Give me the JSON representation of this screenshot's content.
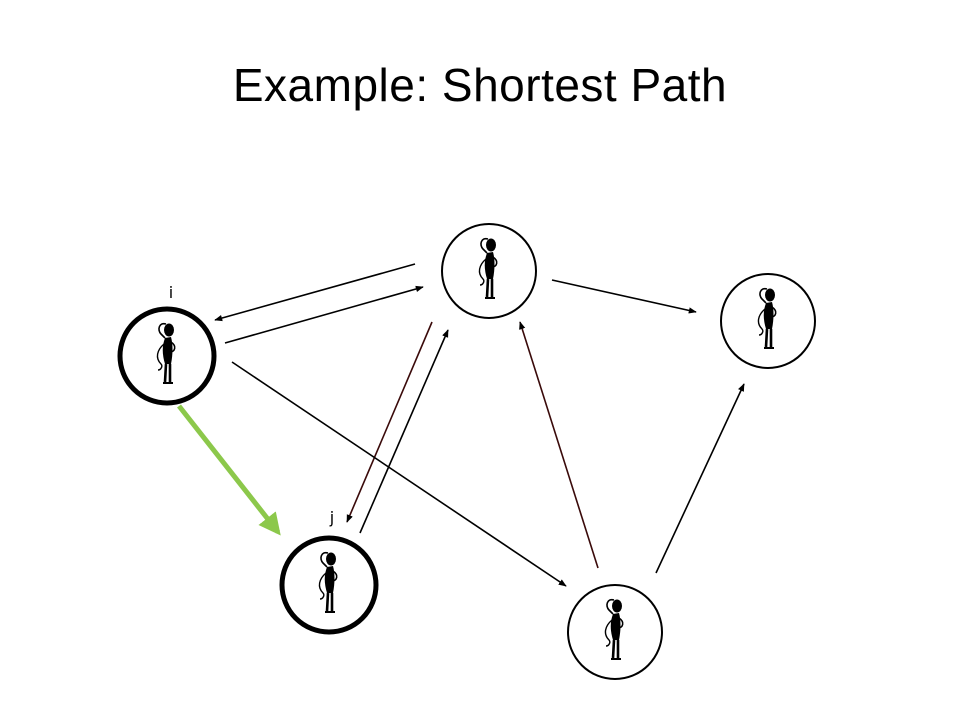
{
  "slide": {
    "title": "Example: Shortest Path"
  },
  "labels": {
    "i": "i",
    "j": "j"
  },
  "colors": {
    "edge": "#000000",
    "edge_dark_red": "#3a0a0a",
    "highlight_edge": "#8cc84b",
    "node_stroke": "#000000",
    "node_fill": "#ffffff"
  },
  "nodes": [
    {
      "id": "i",
      "label": "i",
      "highlighted": true
    },
    {
      "id": "top",
      "label": "",
      "highlighted": false
    },
    {
      "id": "right",
      "label": "",
      "highlighted": false
    },
    {
      "id": "j",
      "label": "j",
      "highlighted": true
    },
    {
      "id": "bottom",
      "label": "",
      "highlighted": false
    }
  ],
  "edges": [
    {
      "from": "top",
      "to": "i",
      "type": "normal"
    },
    {
      "from": "i",
      "to": "top",
      "type": "normal"
    },
    {
      "from": "top",
      "to": "right",
      "type": "normal"
    },
    {
      "from": "top",
      "to": "j",
      "type": "dark"
    },
    {
      "from": "j",
      "to": "top",
      "type": "normal"
    },
    {
      "from": "i",
      "to": "bottom",
      "type": "normal"
    },
    {
      "from": "bottom",
      "to": "top",
      "type": "dark"
    },
    {
      "from": "bottom",
      "to": "right",
      "type": "normal"
    },
    {
      "from": "i",
      "to": "j",
      "type": "highlight"
    }
  ]
}
